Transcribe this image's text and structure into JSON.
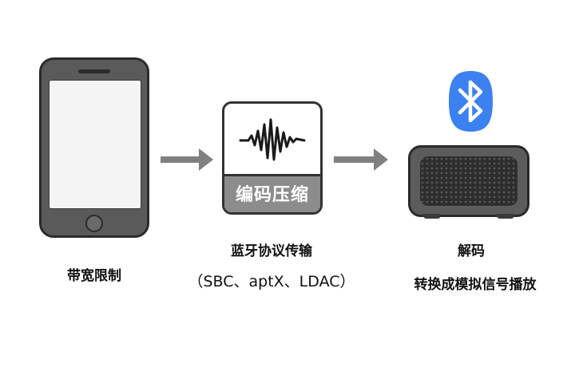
{
  "phone": {
    "icon": "smartphone-icon",
    "label": "带宽限制"
  },
  "codec": {
    "icon": "waveform-icon",
    "box_text": "编码压缩",
    "title": "蓝牙协议传输",
    "subtitle": "（SBC、aptX、LDAC）"
  },
  "speaker": {
    "icon": "speaker-icon",
    "bluetooth_icon": "bluetooth-icon",
    "title": "解码",
    "subtitle": "转换成模拟信号播放"
  },
  "arrows": [
    "arrow-right-icon",
    "arrow-right-icon"
  ],
  "colors": {
    "bluetooth_blue": "#3b82f0",
    "device_gray": "#5a5a5a",
    "arrow_gray": "#808080",
    "label_gray": "#8c8c8c"
  }
}
